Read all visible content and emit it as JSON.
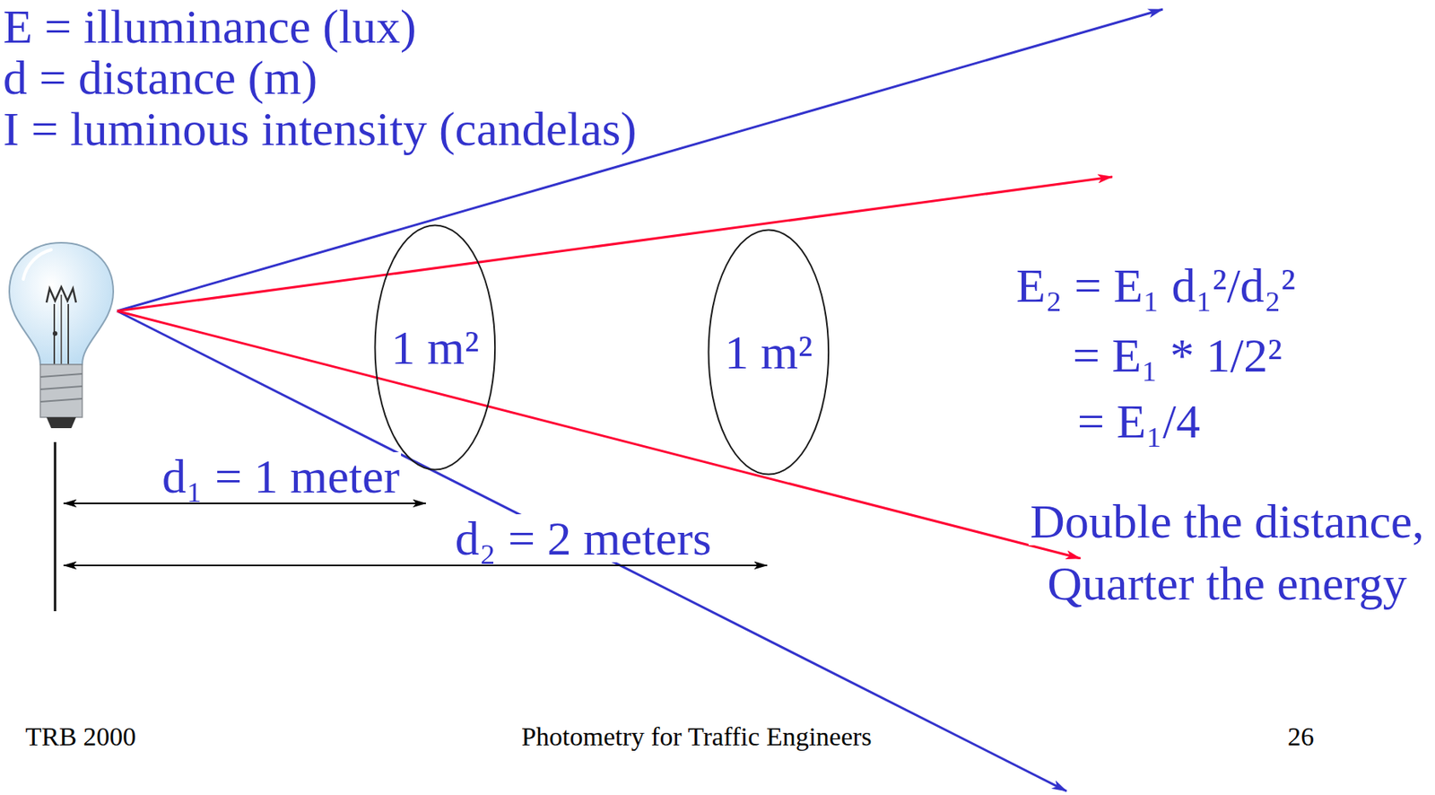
{
  "diagram": {
    "nodes": [
      {
        "text": [
          "1 m²"
        ]
      },
      {
        "text": [
          "1 m²"
        ]
      }
    ],
    "labels": [
      "E = illuminance (lux)",
      "d = distance (m)",
      "I = luminous intensity (candelas)",
      "d₁ = 1 meter",
      "d₂ = 2 meters",
      "E₂ = E₁ d₁²/d₂²",
      "= E₁ * 1/2²",
      "= E₁/4",
      "Double the distance,",
      "Quarter the energy",
      "TRB 2000",
      "Photometry for Traffic Engineers",
      "26"
    ]
  }
}
